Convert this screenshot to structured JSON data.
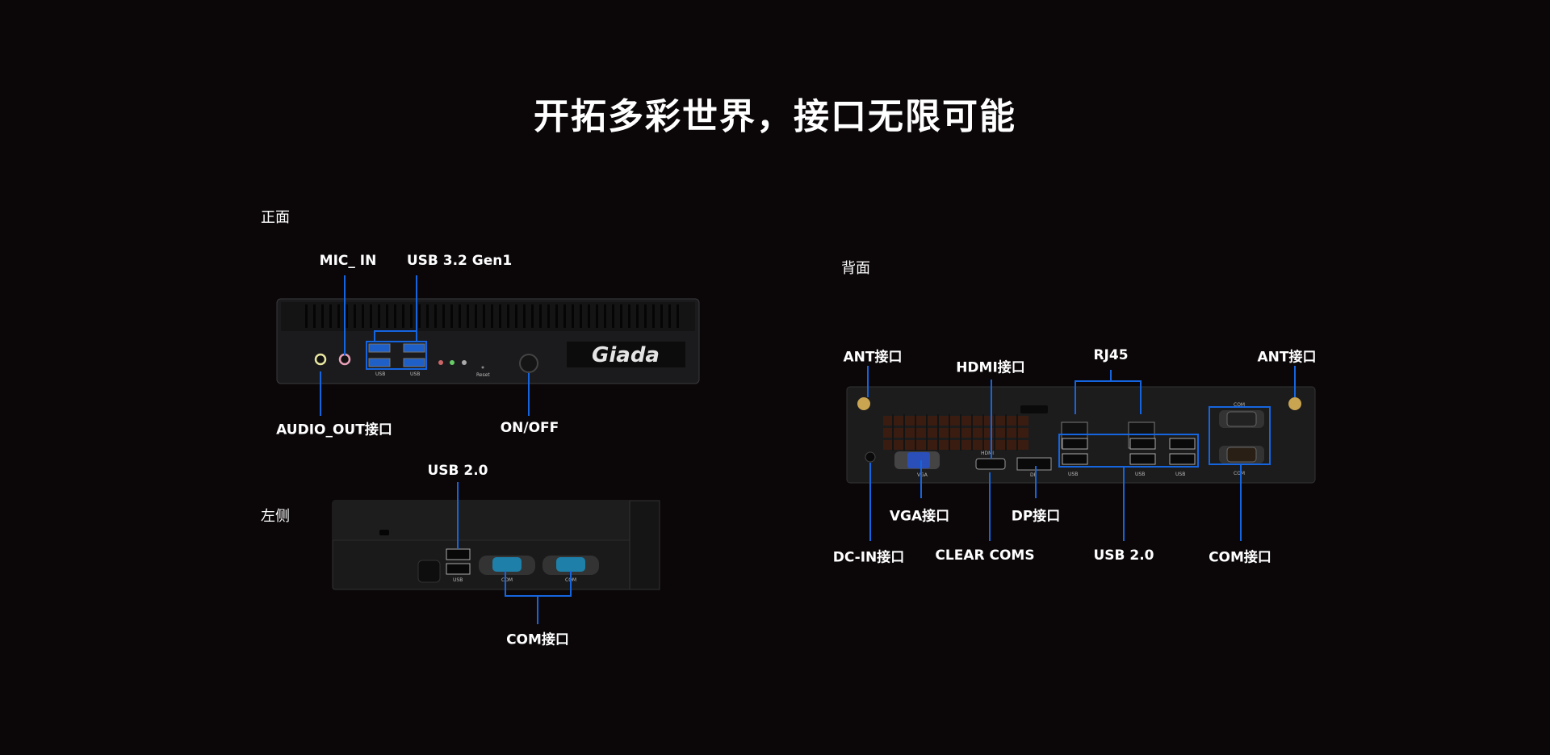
{
  "title": "开拓多彩世界，接口无限可能",
  "accent_color": "#1565e0",
  "front": {
    "section_label": "正面",
    "labels": {
      "mic_in": "MIC_ IN",
      "usb32": "USB 3.2 Gen1",
      "audio_out": "AUDIO_OUT接口",
      "on_off": "ON/OFF"
    },
    "port_marks": {
      "usb": "USB",
      "reset": "Reset"
    },
    "logo": "Giada"
  },
  "left": {
    "section_label": "左侧",
    "labels": {
      "usb20": "USB 2.0",
      "com": "COM接口"
    },
    "port_marks": {
      "usb": "USB",
      "com": "COM"
    }
  },
  "back": {
    "section_label": "背面",
    "labels": {
      "ant_left": "ANT接口",
      "hdmi": "HDMI接口",
      "rj45": "RJ45",
      "ant_right": "ANT接口",
      "vga": "VGA接口",
      "dp": "DP接口",
      "dc_in": "DC-IN接口",
      "clear_coms": "CLEAR COMS",
      "usb20": "USB 2.0",
      "com": "COM接口"
    },
    "port_marks": {
      "hdmi": "HDMI",
      "vga": "VGA",
      "dp": "DP",
      "usb": "USB",
      "com": "COM"
    }
  }
}
